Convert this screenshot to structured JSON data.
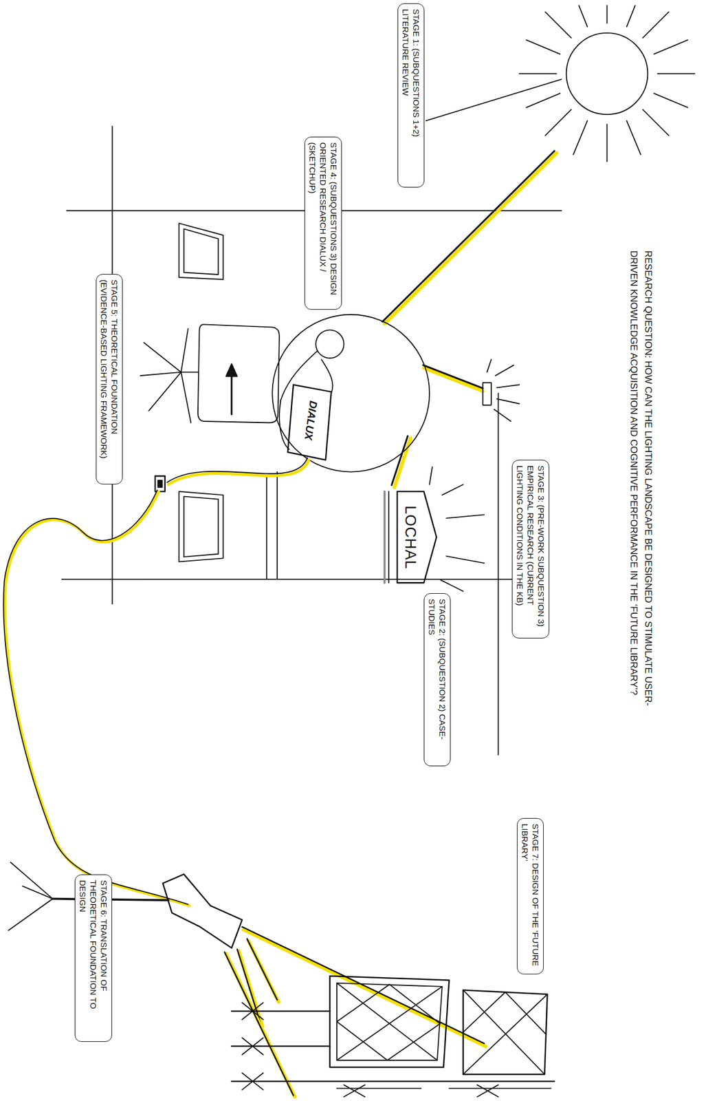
{
  "diagram": {
    "title": "RESEARCH QUESTION: HOW CAN THE LIGHTING LANDSCAPE BE DESIGNED TO STIMULATE USER-DRIVEN KNOWLEDGE ACQUISITION AND COGNITIVE PERFORMANCE IN THE ‘FUTURE LIBRARY’?",
    "nodes": [
      {
        "text": [
          "STAGE 1: (SUBQUESTIONS 1+2) LITERATURE REVIEW"
        ]
      },
      {
        "text": [
          "STAGE 2: (SUBQUESTION 2) CASE-STUDIES"
        ]
      },
      {
        "text": [
          "STAGE 3: (PRE-WORK SUBQUESTION 3) EMPIRICAL RESEARCH (CURRENT LIGHTING CONDITIONS IN THE KB)"
        ]
      },
      {
        "text": [
          "STAGE 4: (SUBQUESTIONS 3) DESIGN ORIENTED RESEARCH DIALUX / (SKETCHUP)"
        ]
      },
      {
        "text": [
          "STAGE 5: THEORETICAL FOUNDATION (EVIDENCE-BASED LIGHTING FRAMEWORK)"
        ]
      },
      {
        "text": [
          "STAGE 6: TRANSLATION OF THEORETICAL FOUNDATION TO DESIGN"
        ]
      },
      {
        "text": [
          "STAGE 7: DESIGN OF THE ‘FUTURE LIBRARY’"
        ]
      }
    ],
    "labels": [
      "LOCHAL",
      "DIALUX"
    ]
  }
}
